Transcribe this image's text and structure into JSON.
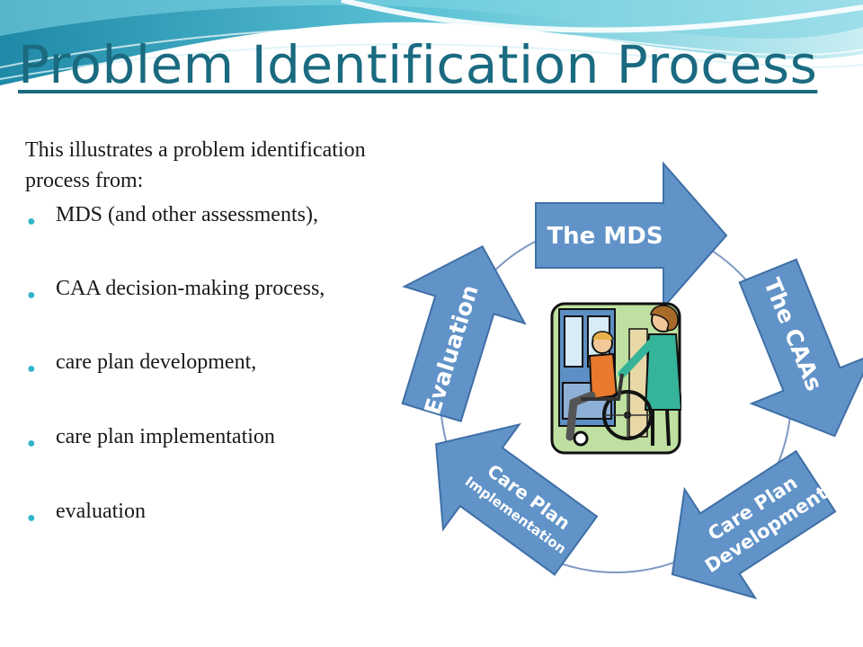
{
  "slide": {
    "title": "Problem Identification Process",
    "intro": "This illustrates a problem identification process from:",
    "bullets": [
      "MDS (and other assessments),",
      "CAA decision-making process,",
      "care plan development,",
      "care plan implementation",
      "evaluation"
    ]
  },
  "diagram": {
    "steps": [
      {
        "line1": "The MDS"
      },
      {
        "line1": "The CAAs"
      },
      {
        "line1": "Care Plan",
        "line2": "Development"
      },
      {
        "line1": "Care Plan",
        "line2": "Implementation"
      },
      {
        "line1": "Evaluation"
      }
    ],
    "clipart": "nurse-pushing-wheelchair-illustration"
  },
  "colors": {
    "title": "#1a6a80",
    "arrow_fill": "#6193c8",
    "arrow_stroke": "#3f6fa6",
    "circle": "#7f98c2",
    "bullet_dot": "#33b5c8"
  }
}
